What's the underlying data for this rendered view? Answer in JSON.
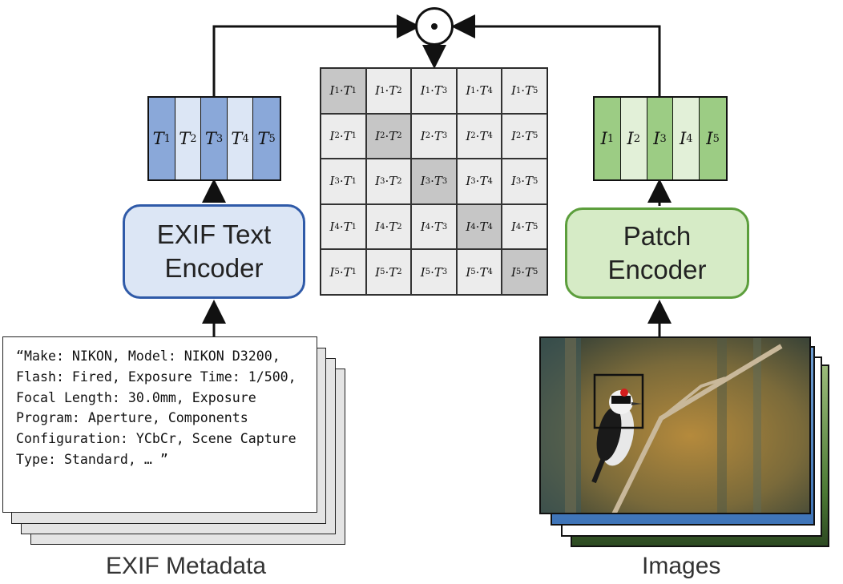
{
  "text_embeddings": [
    {
      "symbol": "T",
      "sub": "1"
    },
    {
      "symbol": "T",
      "sub": "2"
    },
    {
      "symbol": "T",
      "sub": "3"
    },
    {
      "symbol": "T",
      "sub": "4"
    },
    {
      "symbol": "T",
      "sub": "5"
    }
  ],
  "image_embeddings": [
    {
      "symbol": "I",
      "sub": "1"
    },
    {
      "symbol": "I",
      "sub": "2"
    },
    {
      "symbol": "I",
      "sub": "3"
    },
    {
      "symbol": "I",
      "sub": "4"
    },
    {
      "symbol": "I",
      "sub": "5"
    }
  ],
  "text_encoder": {
    "line1": "EXIF Text",
    "line2": "Encoder"
  },
  "patch_encoder": {
    "line1": "Patch",
    "line2": "Encoder"
  },
  "dot_symbol": "⊙",
  "matrix_operator": "·",
  "exif_text": "“Make: NIKON, Model: NIKON D3200, Flash: Fired, Exposure Time: 1/500, Focal Length: 30.0mm, Exposure Program: Aperture, Components Configuration: YCbCr, Scene Capture Type: Standard, … ”",
  "captions": {
    "left": "EXIF Metadata",
    "right": "Images"
  },
  "colors": {
    "text_strong": "#8aa8d9",
    "text_light": "#dce6f5",
    "text_border": "#2f5aa8",
    "image_strong": "#9ccc84",
    "image_light": "#e2f0d8",
    "image_border": "#5c9e3c",
    "matrix_diag": "#c6c6c6",
    "matrix_off": "#ececec"
  }
}
